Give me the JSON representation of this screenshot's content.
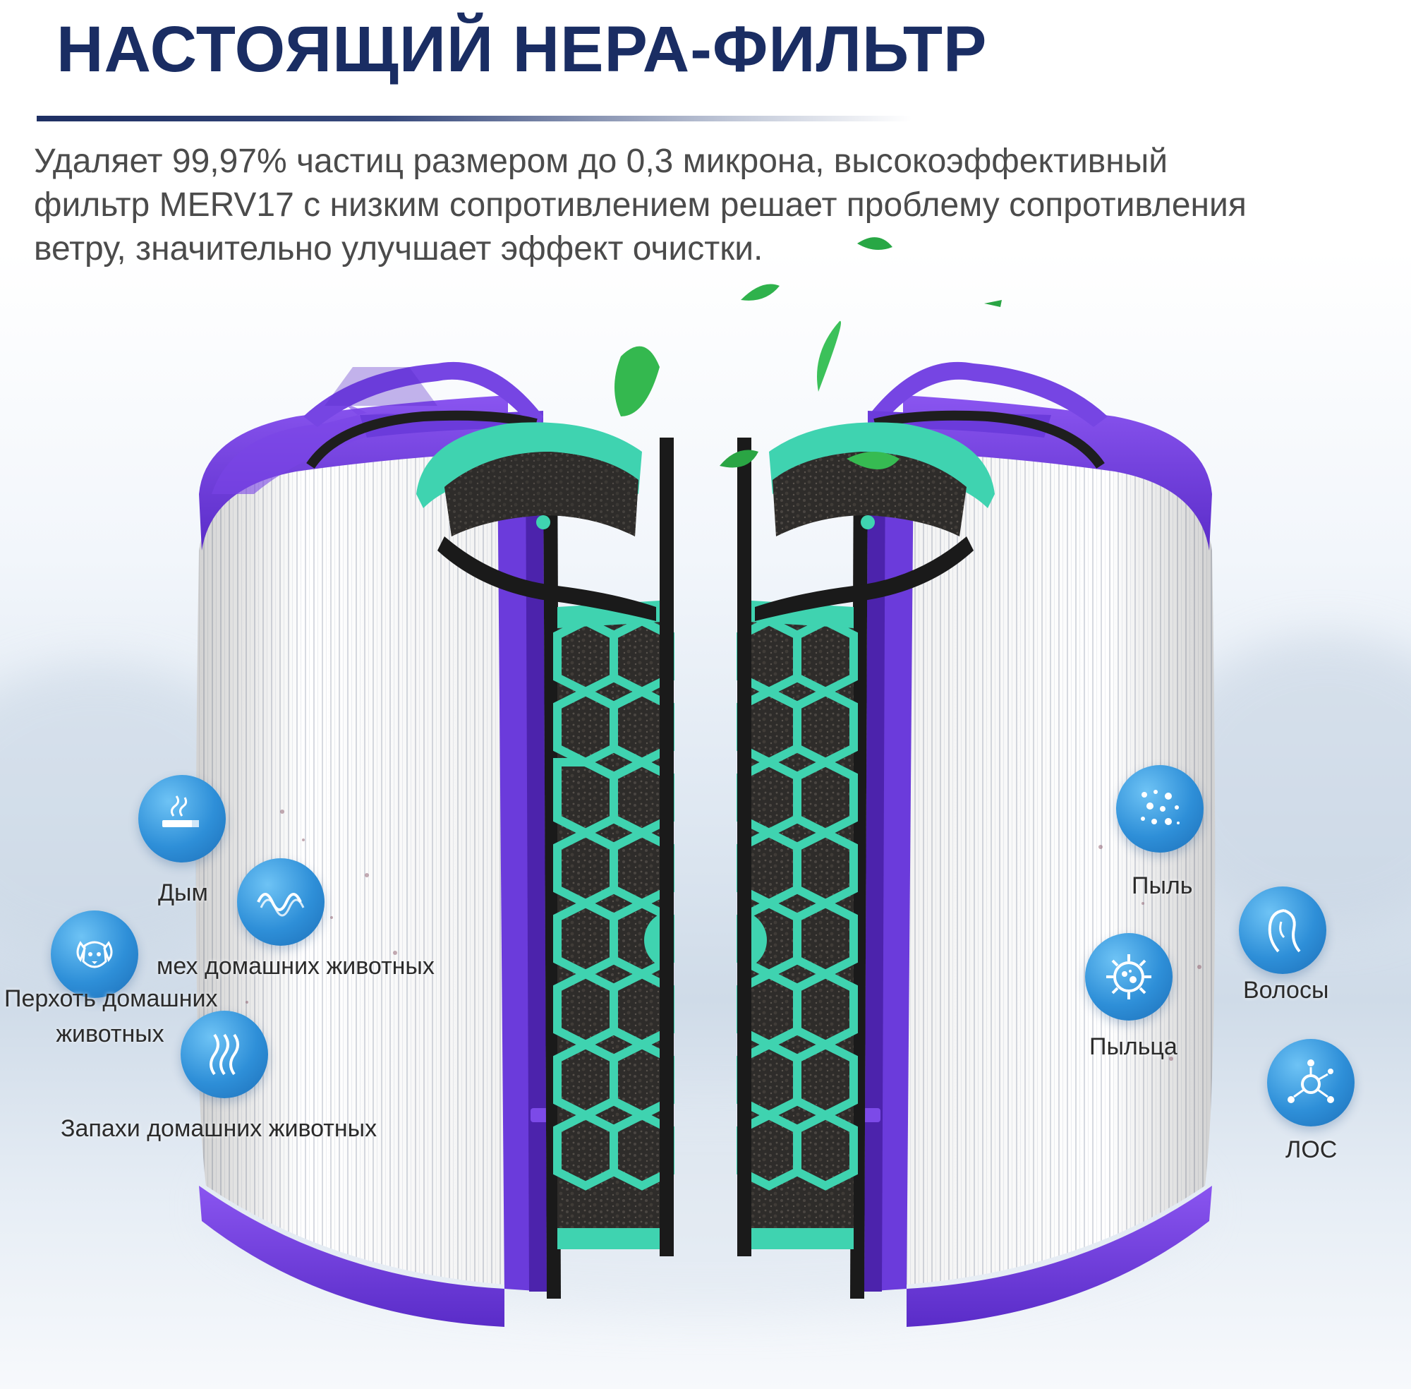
{
  "headline": "НАСТОЯЩИЙ НЕРА-ФИЛЬТР",
  "description": {
    "line1": "Удаляет 99,97% частиц размером до 0,3 микрона, высокоэффективный",
    "line2": "фильтр MERV17 с низким сопротивлением решает проблему сопротивления",
    "line3": "ветру, значительно улучшает эффект очистки."
  },
  "colors": {
    "headline": "#1a2d63",
    "frame_purple": "#6b3bdb",
    "carbon_teal": "#3fd3b0",
    "badge_blue": "#2e8fd8"
  },
  "features_left": [
    {
      "label": "Дым",
      "icon": "cigarette-icon"
    },
    {
      "label": "мех домашних животных",
      "icon": "hair-wave-icon"
    },
    {
      "label": "Перхоть домашних\nживотных",
      "line1": "Перхоть домашних",
      "line2": "животных",
      "icon": "dog-icon"
    },
    {
      "label": "Запахи домашних животных",
      "icon": "odor-icon"
    }
  ],
  "features_right": [
    {
      "label": "Пыль",
      "icon": "dust-icon"
    },
    {
      "label": "Волосы",
      "icon": "hair-icon"
    },
    {
      "label": "Пыльца",
      "icon": "pollen-icon"
    },
    {
      "label": "ЛОС",
      "icon": "molecule-icon"
    }
  ]
}
